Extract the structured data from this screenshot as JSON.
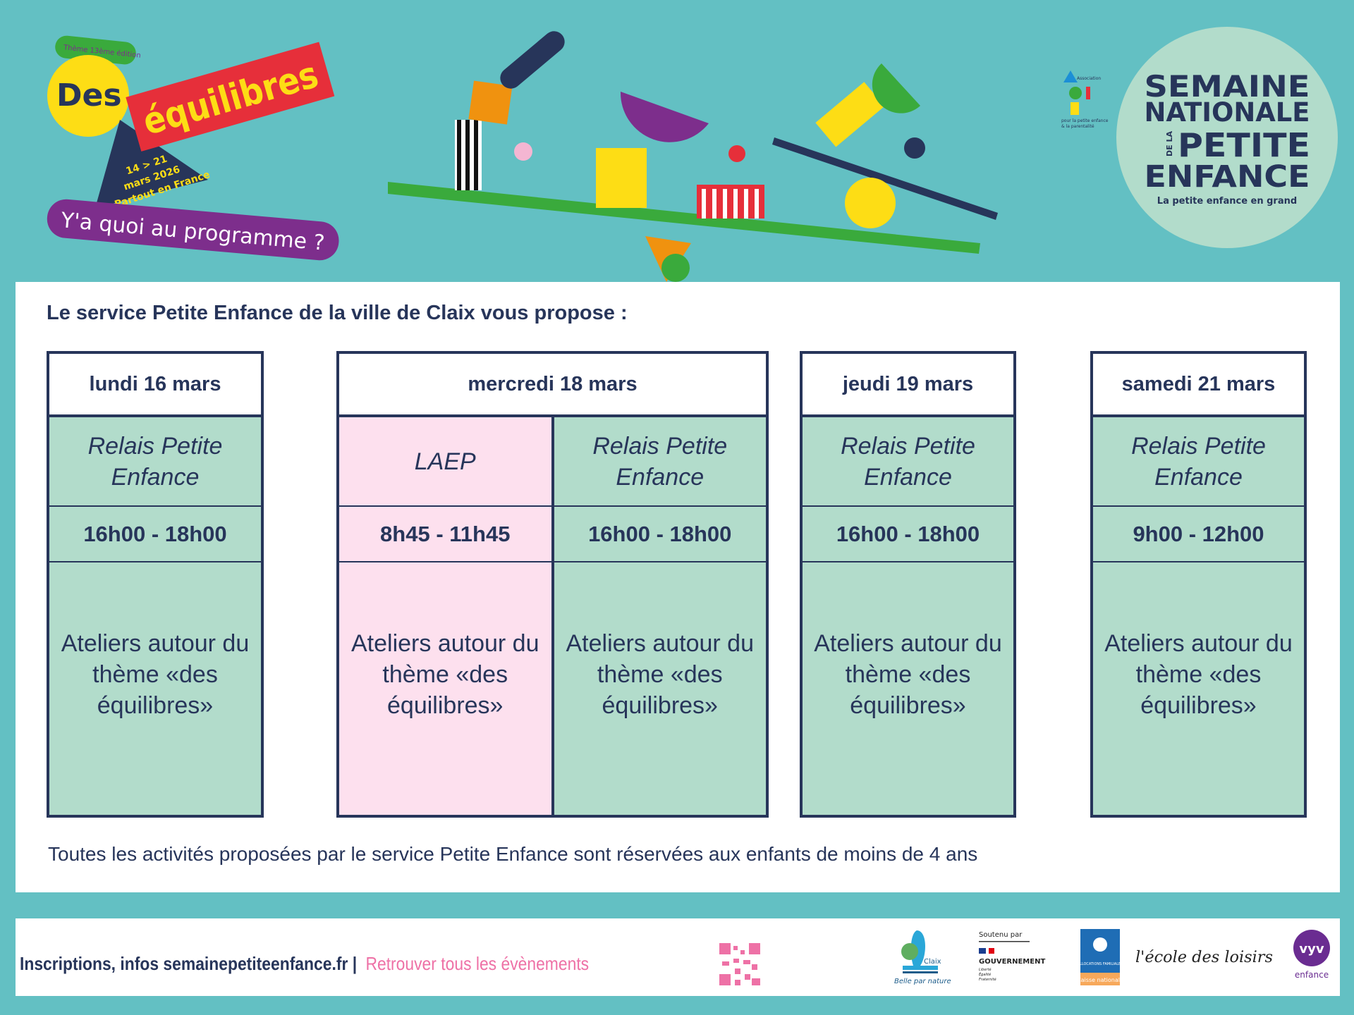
{
  "banner": {
    "theme_badge": "Thème 13ème édition",
    "title_des": "Des",
    "title_main": "équilibres",
    "dates_line1": "14 > 21",
    "dates_line2": "mars 2026",
    "dates_line3": "Partout en France",
    "subtitle": "Y'a quoi au programme ?",
    "agir_association": "Association",
    "agir_tagline1": "pour la petite enfance",
    "agir_tagline2": "& la parentalité",
    "logo_line1": "SEMAINE",
    "logo_line2": "NATIONALE",
    "logo_line3_small": "DE LA",
    "logo_line3": "PETITE",
    "logo_line4": "ENFANCE",
    "logo_tagline": "La petite enfance en grand"
  },
  "intro": "Le service Petite Enfance de la ville de Claix vous propose :",
  "days": [
    {
      "label": "lundi 16 mars",
      "sessions": [
        {
          "name": "Relais Petite Enfance",
          "time": "16h00 - 18h00",
          "activity": "Ateliers autour du thème «des équilibres»"
        }
      ]
    },
    {
      "label": "mercredi 18 mars",
      "sessions": [
        {
          "name": "LAEP",
          "time": "8h45 - 11h45",
          "activity": "Ateliers autour du thème «des équilibres»"
        },
        {
          "name": "Relais Petite Enfance",
          "time": "16h00 - 18h00",
          "activity": "Ateliers autour du thème «des équilibres»"
        }
      ]
    },
    {
      "label": "jeudi 19 mars",
      "sessions": [
        {
          "name": "Relais Petite Enfance",
          "time": "16h00 - 18h00",
          "activity": "Ateliers autour du thème «des équilibres»"
        }
      ]
    },
    {
      "label": "samedi 21 mars",
      "sessions": [
        {
          "name": "Relais Petite Enfance",
          "time": "9h00 - 12h00",
          "activity": "Ateliers autour du thème «des équilibres»"
        }
      ]
    }
  ],
  "note": "Toutes les activités proposées par le service Petite Enfance sont réservées aux enfants de moins de 4 ans",
  "footer": {
    "info": "Inscriptions, infos semainepetiteenfance.fr",
    "separator": "|",
    "events_link": "Retrouver tous les évènements",
    "partners": {
      "claix": "Claix",
      "claix_tagline": "Belle par nature",
      "gov_supported": "Soutenu par",
      "gov": "GOUVERNEMENT",
      "gov_motto1": "Liberté",
      "gov_motto2": "Égalité",
      "gov_motto3": "Fraternité",
      "caf1": "ALLOCATIONS FAMILIALES",
      "caf2": "Caisse nationale",
      "edl": "l'école des loisirs",
      "vyv": "vyv",
      "vyv2": "enfance"
    }
  },
  "colors": {
    "teal": "#63c0c3",
    "navy": "#27355a",
    "mint": "#b2dccb",
    "pink": "#fde0ee",
    "accent_pink": "#ee71a6"
  }
}
